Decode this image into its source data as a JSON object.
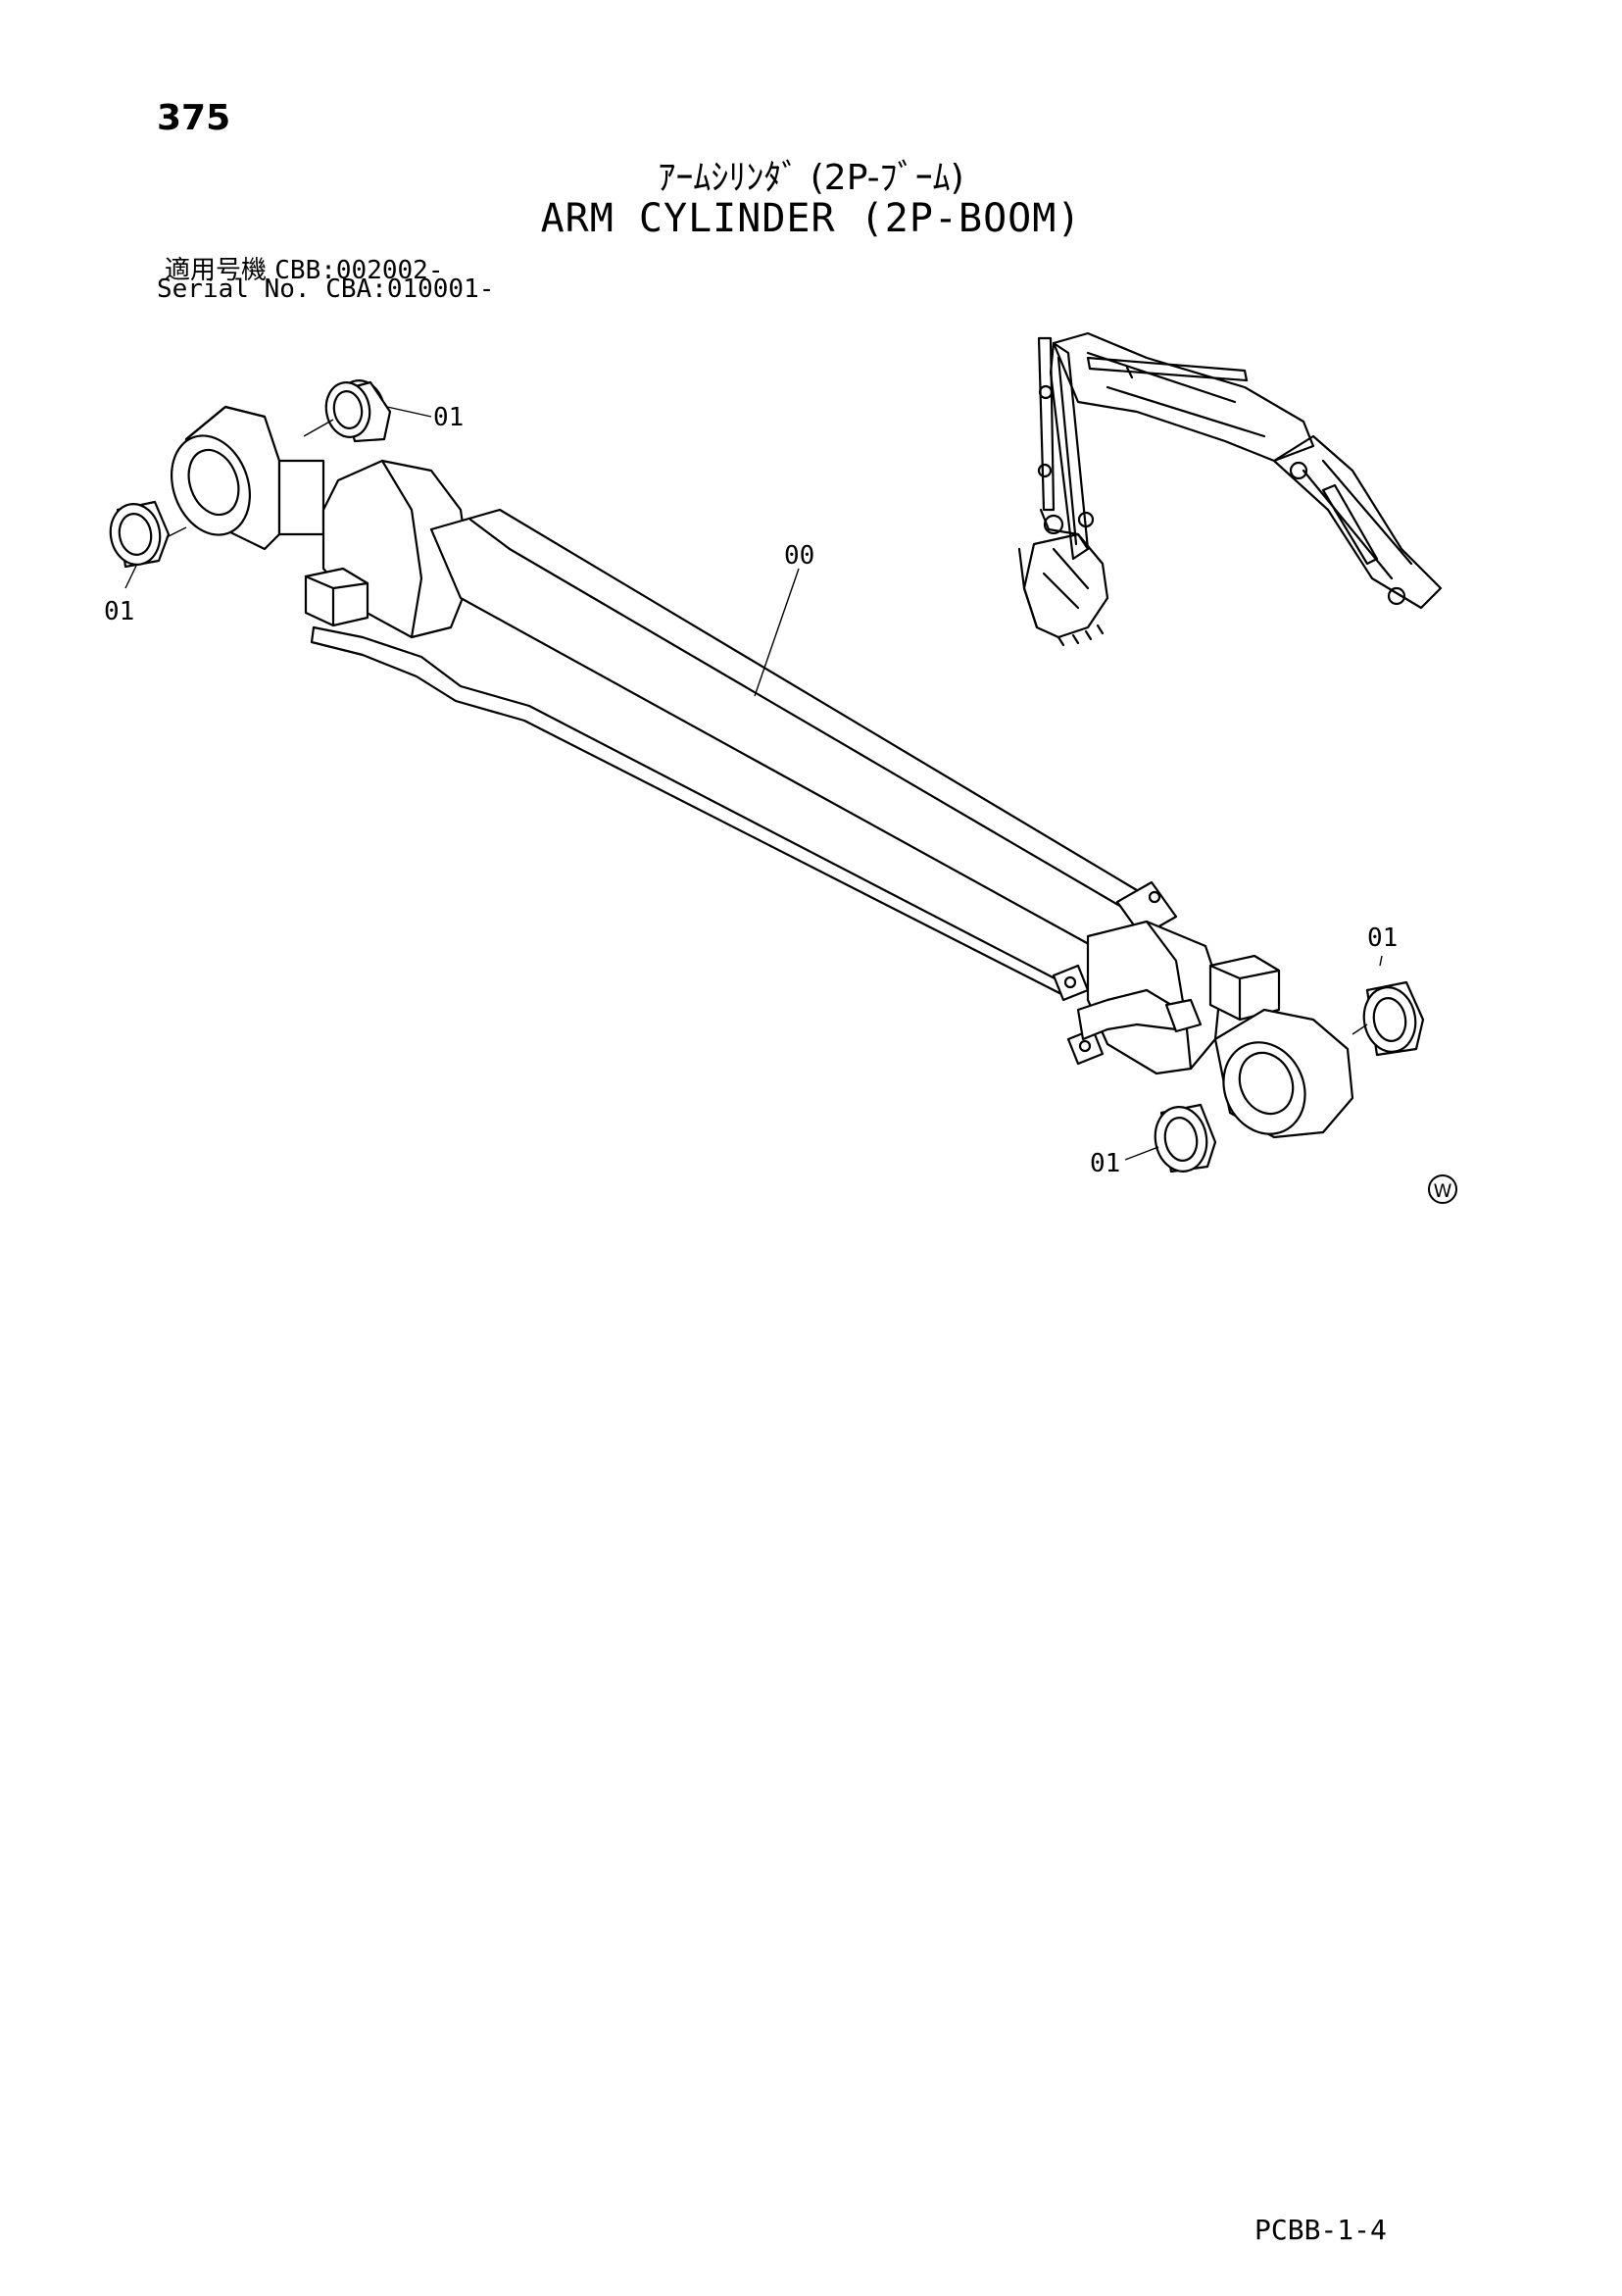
{
  "page_number": "375",
  "title_jp": "ｱｰﾑｼﾘﾝﾀﾞ (2P-ﾌﾞｰﾑ)",
  "title_en": "ARM CYLINDER (2P-BOOM)",
  "serial": {
    "jp_label": "適用号機",
    "jp_value": "CBB:002002-",
    "en_label": "Serial No.",
    "en_value": "CBA:010001-"
  },
  "callouts": {
    "c1": "01",
    "c2": "01",
    "c3": "00",
    "c4": "01",
    "c5": "01"
  },
  "watermark_symbol": "W",
  "doc_code": "PCBB-1-4"
}
